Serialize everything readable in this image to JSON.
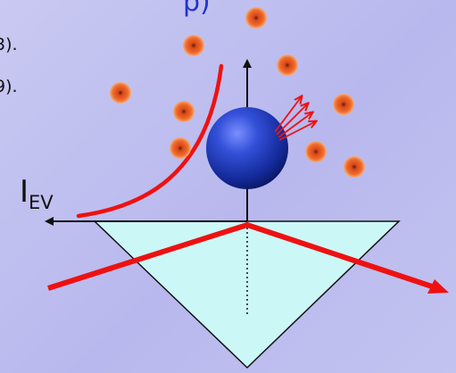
{
  "title_fragment": "p)",
  "text_fragments": [
    "3).",
    "9)."
  ],
  "intensity_label": {
    "symbol": "I",
    "subscript": "EV"
  },
  "colors": {
    "background": "#bcbcef",
    "prism_fill": "#ccf7f7",
    "red": "#ee1111",
    "particle": "#e25a16",
    "sphere": "#2c46c6",
    "title": "#2233cc"
  }
}
